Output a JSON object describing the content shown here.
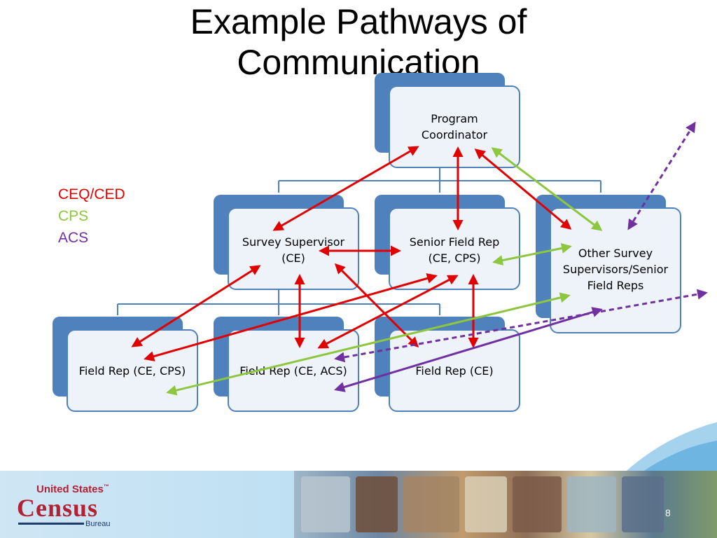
{
  "title_line1": "Example Pathways of",
  "title_line2": "Communication",
  "legend": [
    {
      "label": "CEQ/CED",
      "color": "#e00000"
    },
    {
      "label": "CPS",
      "color": "#8dc63f"
    },
    {
      "label": "ACS",
      "color": "#7030a0"
    }
  ],
  "nodes": {
    "program_coordinator": "Program Coordinator",
    "survey_supervisor": "Survey Supervisor (CE)",
    "senior_field_rep": "Senior Field Rep (CE, CPS)",
    "other_supervisors": "Other Survey Supervisors/Senior Field Reps",
    "field_rep_ce_cps": "Field Rep (CE, CPS)",
    "field_rep_ce_acs": "Field Rep (CE, ACS)",
    "field_rep_ce": "Field Rep (CE)"
  },
  "logo": {
    "top": "United States",
    "tm": "™",
    "main": "Census",
    "sub": "Bureau"
  },
  "page_number": "8",
  "colors": {
    "box_accent": "#4f81bd",
    "box_fill": "#eef2f9",
    "ceq_arrow": "#e00000",
    "cps_arrow": "#8dc63f",
    "acs_arrow": "#7030a0"
  }
}
